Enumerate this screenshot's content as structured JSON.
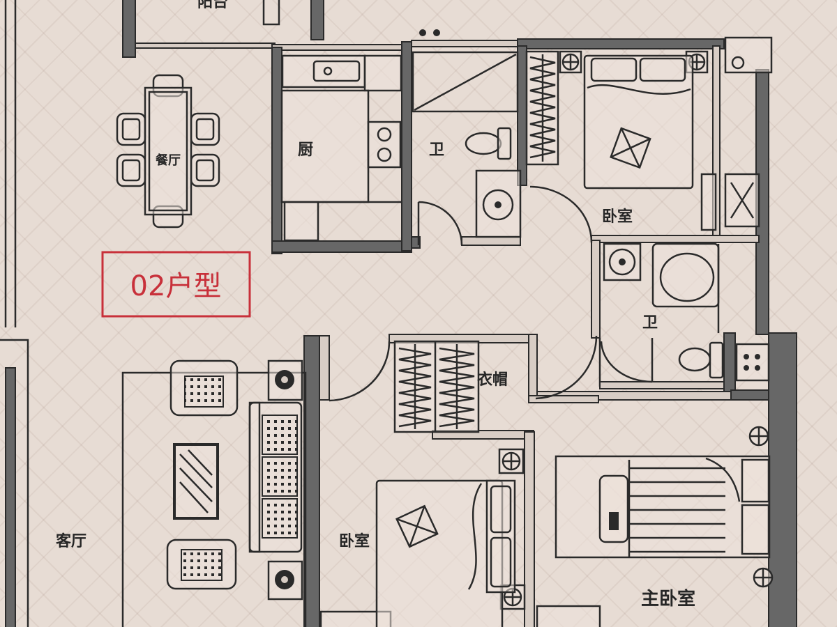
{
  "plan": {
    "type_label": "02户型"
  },
  "rooms": {
    "balcony": "阳台",
    "dining": "餐厅",
    "kitchen": "厨",
    "bath_upper": "卫",
    "bedroom_upper": "卧室",
    "bath_lower": "卫",
    "cloakroom": "衣帽",
    "living": "客厅",
    "bedroom_lower": "卧室",
    "master_bedroom": "主卧室"
  },
  "colors": {
    "paper": "#e7dcd4",
    "wall": "#676767",
    "line": "#2a2a2a",
    "accent": "#c8303a"
  },
  "fixtures": [
    "dining-table-icon",
    "chair-icon",
    "sink-icon",
    "stove-icon",
    "toilet-icon",
    "shower-icon",
    "bathtub-icon",
    "bed-icon",
    "nightstand-icon",
    "wardrobe-icon",
    "armchair-icon",
    "sofa-icon",
    "coffee-table-icon",
    "speaker-icon",
    "air-conditioner-icon",
    "door-swing-icon"
  ]
}
